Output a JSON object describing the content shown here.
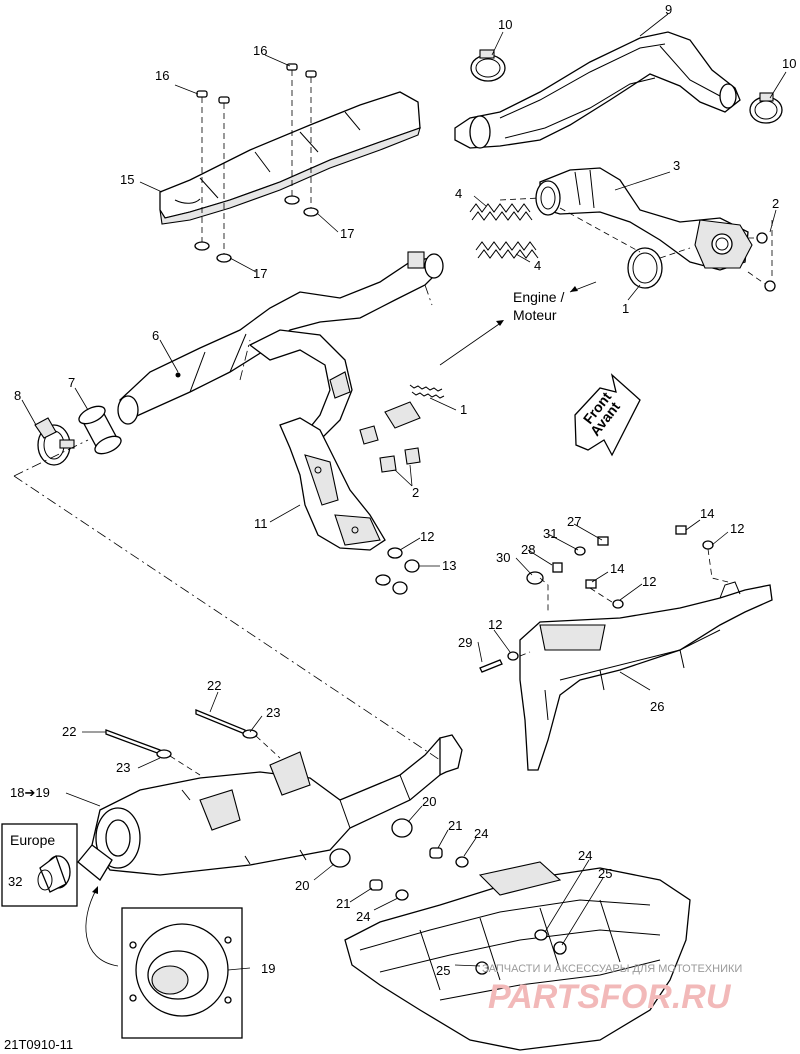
{
  "diagram": {
    "code": "21T0910-11",
    "labels": {
      "engine": "Engine /",
      "moteur": "Moteur",
      "front": "Front",
      "avant": "Avant",
      "europe": "Europe"
    },
    "part_numbers": {
      "p1a": "1",
      "p1b": "1",
      "p2a": "2",
      "p2b": "2",
      "p3": "3",
      "p4a": "4",
      "p4b": "4",
      "p6": "6",
      "p7": "7",
      "p8": "8",
      "p9": "9",
      "p10a": "10",
      "p10b": "10",
      "p11": "11",
      "p12a": "12",
      "p12b": "12",
      "p12c": "12",
      "p12d": "12",
      "p13": "13",
      "p14a": "14",
      "p14b": "14",
      "p15": "15",
      "p16a": "16",
      "p16b": "16",
      "p17a": "17",
      "p17b": "17",
      "p1819": "18➔19",
      "p19": "19",
      "p20a": "20",
      "p20b": "20",
      "p21a": "21",
      "p21b": "21",
      "p22a": "22",
      "p22b": "22",
      "p23a": "23",
      "p23b": "23",
      "p24a": "24",
      "p24b": "24",
      "p24c": "24",
      "p25a": "25",
      "p25b": "25",
      "p26": "26",
      "p27": "27",
      "p28": "28",
      "p29": "29",
      "p30": "30",
      "p31": "31",
      "p32": "32"
    },
    "watermark": {
      "line1": "ЗАПЧАСТИ И АКСЕССУАРЫ ДЛЯ МОТОТЕХНИКИ",
      "line2": "PARTSFOR.RU"
    }
  }
}
